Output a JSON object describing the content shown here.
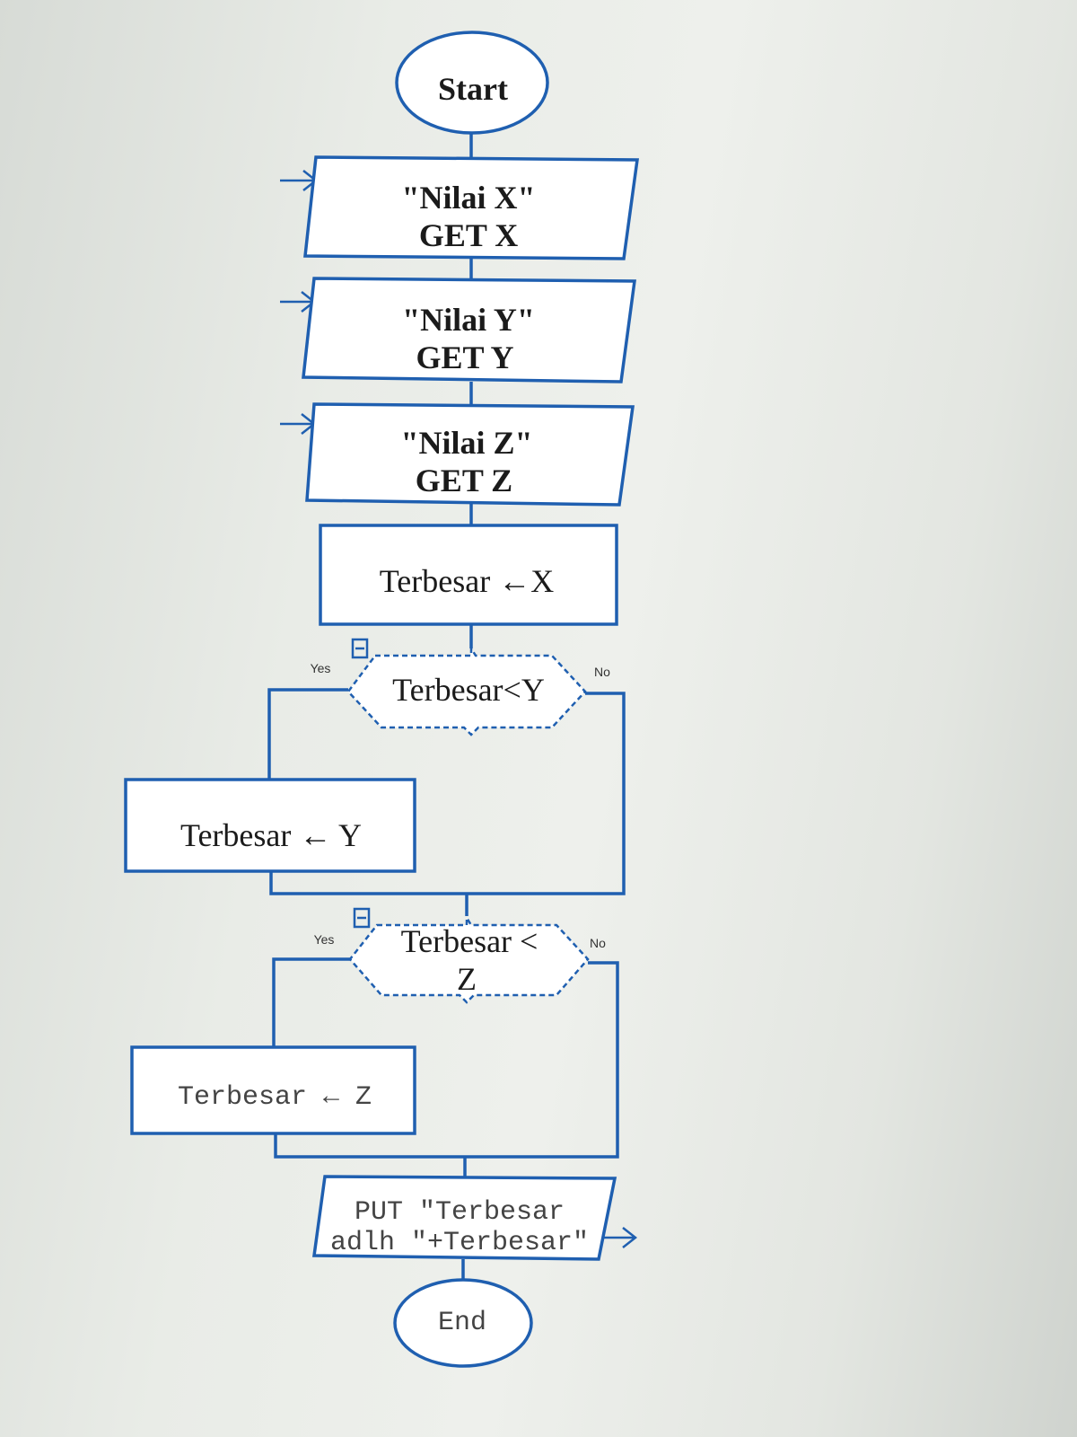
{
  "flowchart": {
    "start": "Start",
    "input_x": {
      "prompt": "\"Nilai X\"",
      "action": "GET X"
    },
    "input_y": {
      "prompt": "\"Nilai Y\"",
      "action": "GET Y"
    },
    "input_z": {
      "prompt": "\"Nilai Z\"",
      "action": "GET Z"
    },
    "assign_x": "Terbesar ←X",
    "decision_y": {
      "condition": "Terbesar<Y",
      "yes": "Yes",
      "no": "No"
    },
    "assign_y": "Terbesar ← Y",
    "decision_z": {
      "condition_line1": "Terbesar <",
      "condition_line2": "Z",
      "yes": "Yes",
      "no": "No"
    },
    "assign_z": "Terbesar ← Z",
    "output": {
      "line1": "PUT \"Terbesar",
      "line2": "adlh \"+Terbesar\""
    },
    "end": "End"
  },
  "colors": {
    "stroke": "#1f5fb0",
    "fill": "#ffffff",
    "text": "#1b1b1b"
  }
}
